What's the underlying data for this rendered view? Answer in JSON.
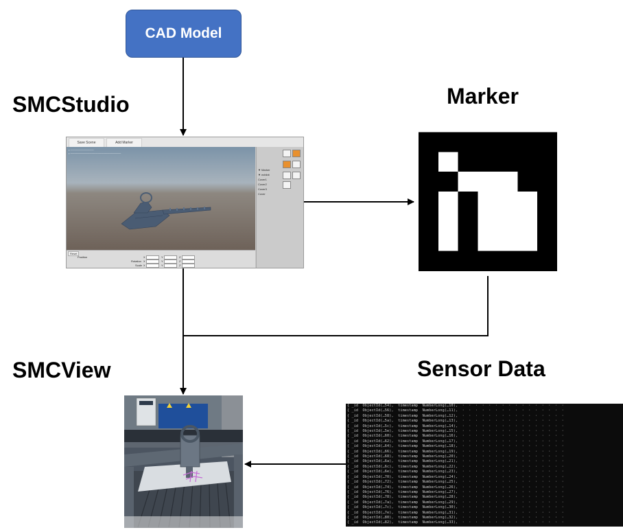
{
  "nodes": {
    "cad_model": "CAD Model",
    "smcstudio": "SMCStudio",
    "marker": "Marker",
    "smcview": "SMCView",
    "sensor_data": "Sensor Data"
  },
  "studio_ui": {
    "save_scene_button": "Save Scene",
    "add_marker_button": "Add Marker",
    "tree_items": [
      "▼ Marker",
      "  ▼ exhibit",
      "      Cover1",
      "      Cover2",
      "      Cover3",
      "      Cover"
    ],
    "position_label": "Position",
    "rotation_label": "Rotation",
    "scale_label": "Scale",
    "axis_x": "X",
    "axis_y": "Y",
    "axis_z": "Z",
    "reset_button": "Reset"
  },
  "marker_pattern": [
    [
      0,
      0,
      0,
      0,
      0,
      0,
      0
    ],
    [
      0,
      1,
      0,
      0,
      0,
      0,
      0
    ],
    [
      0,
      0,
      1,
      1,
      1,
      0,
      0
    ],
    [
      0,
      1,
      0,
      1,
      1,
      1,
      0
    ],
    [
      0,
      1,
      0,
      1,
      1,
      1,
      0
    ],
    [
      0,
      1,
      0,
      1,
      1,
      1,
      0
    ],
    [
      0,
      0,
      0,
      0,
      0,
      0,
      0
    ]
  ],
  "colors": {
    "cad_fill": "#4472c4",
    "arrow": "#000000",
    "marker_black": "#000000",
    "marker_white": "#ffffff",
    "terminal_bg": "#0c0c0c"
  },
  "icons": {
    "arrows": "arrow-icon"
  }
}
